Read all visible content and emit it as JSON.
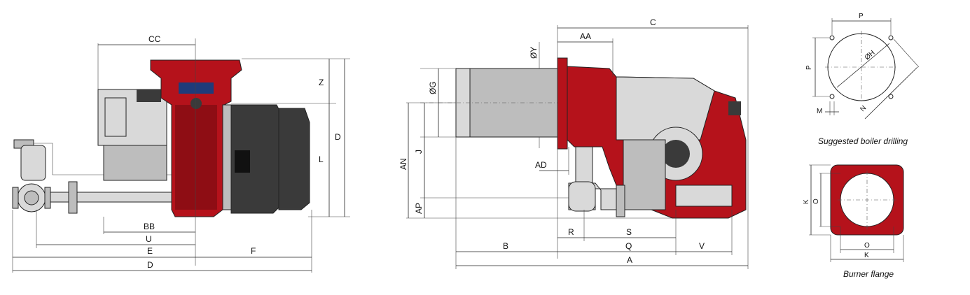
{
  "side_view": {
    "dim_cc": "CC",
    "dim_z": "Z",
    "dim_l": "L",
    "dim_d_vertical": "D",
    "dim_bb": "BB",
    "dim_u": "U",
    "dim_e": "E",
    "dim_f": "F",
    "dim_d_horizontal": "D"
  },
  "front_view": {
    "dim_c": "C",
    "dim_aa": "AA",
    "dim_oy": "ØY",
    "dim_og": "ØG",
    "dim_an": "AN",
    "dim_j": "J",
    "dim_ad": "AD",
    "dim_ap": "AP",
    "dim_r": "R",
    "dim_s": "S",
    "dim_b": "B",
    "dim_q": "Q",
    "dim_v": "V",
    "dim_a": "A"
  },
  "boiler_drilling": {
    "dim_p_top": "P",
    "dim_p_side": "P",
    "dim_oh": "ØH",
    "dim_n": "N",
    "dim_m": "M",
    "caption": "Suggested boiler drilling"
  },
  "burner_flange": {
    "dim_k_side": "K",
    "dim_o_side": "O",
    "dim_o_bottom": "O",
    "dim_k_bottom": "K",
    "caption": "Burner flange"
  },
  "colors": {
    "body_red": "#b5121b",
    "motor_dark": "#3a3a3a",
    "tube_grey": "#bdbdbd"
  }
}
